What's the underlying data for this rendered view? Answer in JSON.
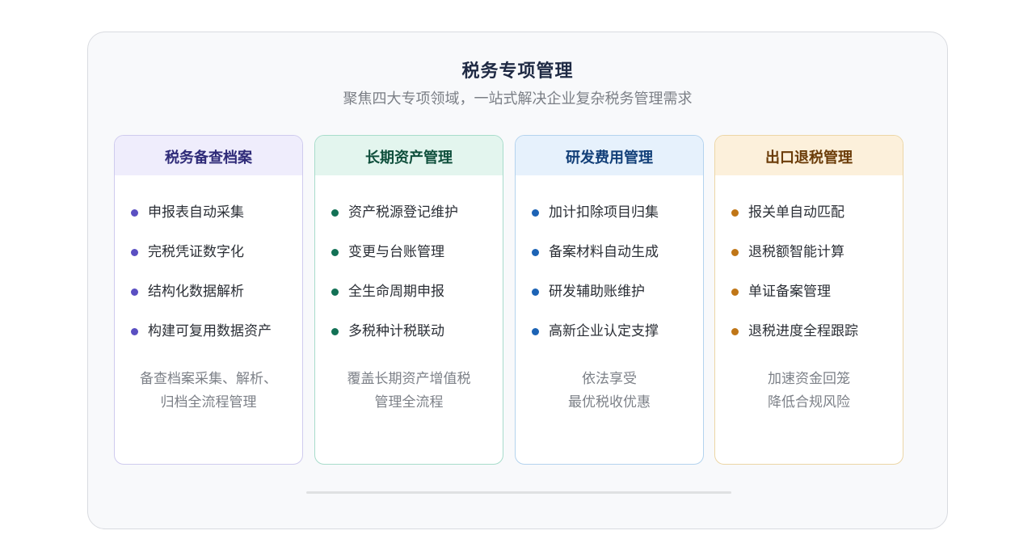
{
  "header": {
    "title": "税务专项管理",
    "subtitle": "聚焦四大专项领域，一站式解决企业复杂税务管理需求"
  },
  "cards": [
    {
      "title": "税务备查档案",
      "items": [
        "申报表自动采集",
        "完税凭证数字化",
        "结构化数据解析",
        "构建可复用数据资产"
      ],
      "desc_line1": "备查档案采集、解析、",
      "desc_line2": "归档全流程管理",
      "accent": "#5a4fc2"
    },
    {
      "title": "长期资产管理",
      "items": [
        "资产税源登记维护",
        "变更与台账管理",
        "全生命周期申报",
        "多税种计税联动"
      ],
      "desc_line1": "覆盖长期资产增值税",
      "desc_line2": "管理全流程",
      "accent": "#127155"
    },
    {
      "title": "研发费用管理",
      "items": [
        "加计扣除项目归集",
        "备案材料自动生成",
        "研发辅助账维护",
        "高新企业认定支撑"
      ],
      "desc_line1": "依法享受",
      "desc_line2": "最优税收优惠",
      "accent": "#1c63b5"
    },
    {
      "title": "出口退税管理",
      "items": [
        "报关单自动匹配",
        "退税额智能计算",
        "单证备案管理",
        "退税进度全程跟踪"
      ],
      "desc_line1": "加速资金回笼",
      "desc_line2": "降低合规风险",
      "accent": "#c07617"
    }
  ]
}
